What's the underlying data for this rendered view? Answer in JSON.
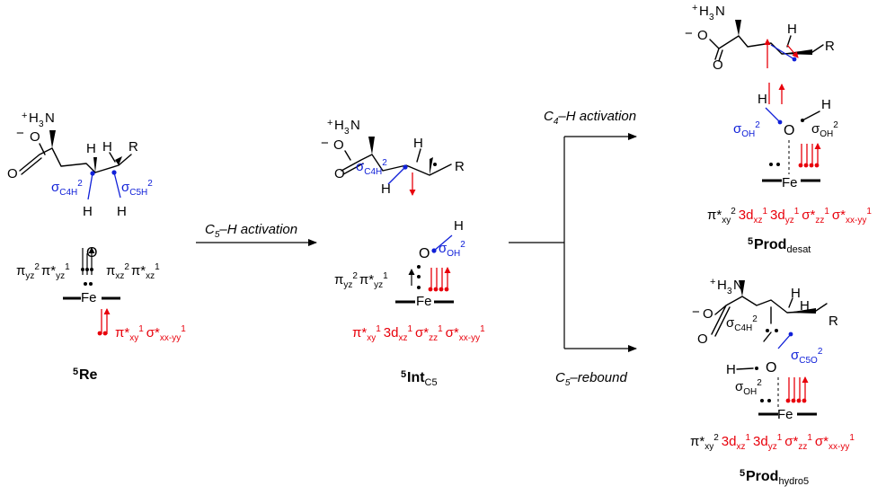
{
  "structures": {
    "re": {
      "label_sup": "5",
      "label": "Re",
      "nh3_plus": "+",
      "nh3": "H",
      "nh3_sub": "3",
      "nh3_n": "N",
      "carboxylate_minus": "−",
      "o_single": "O",
      "o_double": "O",
      "h1": "H",
      "h2": "H",
      "r": "R",
      "sigma_c4h": "σ",
      "sigma_c4h_sub": "C4H",
      "sigma_c4h_sup": "2",
      "sigma_c5h": "σ",
      "sigma_c5h_sub": "C5H",
      "sigma_c5h_sup": "2",
      "h3": "H",
      "h4": "H",
      "oxo": "O",
      "fe": "Fe",
      "orb_left": "π",
      "orb_left_sub": "yz",
      "orb_left_sup": "2",
      "orb_left2": "π*",
      "orb_left2_sub": "yz",
      "orb_left2_sup": "1",
      "orb_right": "π",
      "orb_right_sub": "xz",
      "orb_right_sup": "2",
      "orb_right2": "π*",
      "orb_right2_sub": "xz",
      "orb_right2_sup": "1",
      "red1": "π*",
      "red1_sub": "xy",
      "red1_sup": "1",
      "red2": "σ*",
      "red2_sub": "xx-yy",
      "red2_sup": "1"
    },
    "int": {
      "label_sup": "5",
      "label": "Int",
      "label_sub": "C5",
      "nh3_plus": "+",
      "nh3": "H",
      "nh3_sub": "3",
      "nh3_n": "N",
      "carboxylate_minus": "−",
      "o_single": "O",
      "o_double": "O",
      "h1": "H",
      "h_lower": "H",
      "r": "R",
      "sigma_c4h": "σ",
      "sigma_c4h_sub": "C4H",
      "sigma_c4h_sup": "2",
      "o": "O",
      "h_oh": "H",
      "sigma_oh": "σ",
      "sigma_oh_sub": "OH",
      "sigma_oh_sup": "2",
      "fe": "Fe",
      "orb1": "π",
      "orb1_sub": "yz",
      "orb1_sup": "2",
      "orb2": "π*",
      "orb2_sub": "yz",
      "orb2_sup": "1",
      "red1": "π*",
      "red1_sub": "xy",
      "red1_sup": "1",
      "red2": "3d",
      "red2_sub": "xz",
      "red2_sup": "1",
      "red3": "σ*",
      "red3_sub": "zz",
      "red3_sup": "1",
      "red4": "σ*",
      "red4_sub": "xx-yy",
      "red4_sup": "1"
    },
    "desat": {
      "label_sup": "5",
      "label": "Prod",
      "label_sub": "desat",
      "nh3_plus": "+",
      "nh3": "H",
      "nh3_sub": "3",
      "nh3_n": "N",
      "carboxylate_minus": "−",
      "o_single": "O",
      "o_double": "O",
      "h1": "H",
      "r": "R",
      "h_left": "H",
      "h_right": "H",
      "o": "O",
      "sigma_oh_l": "σ",
      "sigma_oh_l_sub": "OH",
      "sigma_oh_l_sup": "2",
      "sigma_oh_r": "σ",
      "sigma_oh_r_sub": "OH",
      "sigma_oh_r_sup": "2",
      "fe": "Fe",
      "blk1": "π*",
      "blk1_sub": "xy",
      "blk1_sup": "2",
      "red2": "3d",
      "red2_sub": "xz",
      "red2_sup": "1",
      "red3": "3d",
      "red3_sub": "yz",
      "red3_sup": "1",
      "red4": "σ*",
      "red4_sub": "zz",
      "red4_sup": "1",
      "red5": "σ*",
      "red5_sub": "xx-yy",
      "red5_sup": "1"
    },
    "hydro": {
      "label_sup": "5",
      "label": "Prod",
      "label_sub": "hydro5",
      "nh3_plus": "+",
      "nh3": "H",
      "nh3_sub": "3",
      "nh3_n": "N",
      "carboxylate_minus": "−",
      "o_single": "O",
      "o_double": "O",
      "h1": "H",
      "h2": "H",
      "r": "R",
      "sigma_c4h": "σ",
      "sigma_c4h_sub": "C4H",
      "sigma_c4h_sup": "2",
      "sigma_c5o": "σ",
      "sigma_c5o_sub": "C5O",
      "sigma_c5o_sup": "2",
      "h_oh": "H",
      "o": "O",
      "sigma_oh": "σ",
      "sigma_oh_sub": "OH",
      "sigma_oh_sup": "2",
      "fe": "Fe",
      "blk1": "π*",
      "blk1_sub": "xy",
      "blk1_sup": "2",
      "red2": "3d",
      "red2_sub": "xz",
      "red2_sup": "1",
      "red3": "3d",
      "red3_sub": "yz",
      "red3_sup": "1",
      "red4": "σ*",
      "red4_sub": "zz",
      "red4_sup": "1",
      "red5": "σ*",
      "red5_sub": "xx-yy",
      "red5_sup": "1"
    }
  },
  "arrows": {
    "c5h": {
      "pre": "C",
      "sub": "5",
      "post": "–H activation"
    },
    "c4h": {
      "pre": "C",
      "sub": "4",
      "post": "–H activation"
    },
    "rebound": {
      "pre": "C",
      "sub": "5",
      "post": "–rebound"
    }
  },
  "colors": {
    "red": "#e8000b",
    "blue": "#1020d8",
    "black": "#000000"
  }
}
